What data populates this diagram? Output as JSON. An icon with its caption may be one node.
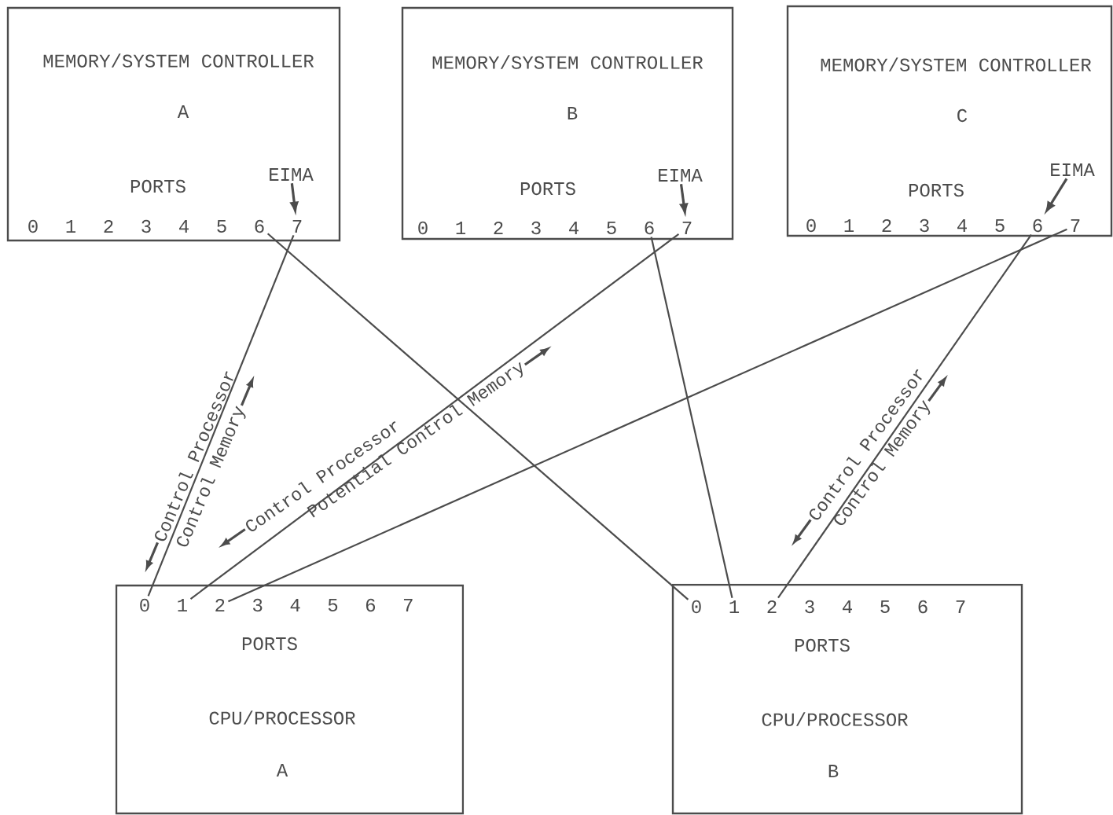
{
  "diagram": {
    "nodes": [
      {
        "text": [
          "MEMORY/SYSTEM CONTROLLER",
          "A",
          "PORTS"
        ]
      },
      {
        "text": [
          "EIMA"
        ],
        "in": 0
      },
      {
        "text": [
          "0"
        ],
        "in": 0
      },
      {
        "text": [
          "1"
        ],
        "in": 0
      },
      {
        "text": [
          "2"
        ],
        "in": 0
      },
      {
        "text": [
          "3"
        ],
        "in": 0
      },
      {
        "text": [
          "4"
        ],
        "in": 0
      },
      {
        "text": [
          "5"
        ],
        "in": 0
      },
      {
        "text": [
          "6"
        ],
        "in": 0
      },
      {
        "text": [
          "7"
        ],
        "in": 0
      },
      {
        "text": [
          "MEMORY/SYSTEM CONTROLLER",
          "B",
          "PORTS"
        ]
      },
      {
        "text": [
          "EIMA"
        ],
        "in": 10
      },
      {
        "text": [
          "0"
        ],
        "in": 10
      },
      {
        "text": [
          "1"
        ],
        "in": 10
      },
      {
        "text": [
          "2"
        ],
        "in": 10
      },
      {
        "text": [
          "3"
        ],
        "in": 10
      },
      {
        "text": [
          "4"
        ],
        "in": 10
      },
      {
        "text": [
          "5"
        ],
        "in": 10
      },
      {
        "text": [
          "6"
        ],
        "in": 10
      },
      {
        "text": [
          "7"
        ],
        "in": 10
      },
      {
        "text": [
          "MEMORY/SYSTEM CONTROLLER",
          "C",
          "PORTS"
        ]
      },
      {
        "text": [
          "EIMA"
        ],
        "in": 20
      },
      {
        "text": [
          "0"
        ],
        "in": 20
      },
      {
        "text": [
          "1"
        ],
        "in": 20
      },
      {
        "text": [
          "2"
        ],
        "in": 20
      },
      {
        "text": [
          "3"
        ],
        "in": 20
      },
      {
        "text": [
          "4"
        ],
        "in": 20
      },
      {
        "text": [
          "5"
        ],
        "in": 20
      },
      {
        "text": [
          "6"
        ],
        "in": 20
      },
      {
        "text": [
          "7"
        ],
        "in": 20
      },
      {
        "text": [
          "PORTS",
          "CPU/PROCESSOR",
          "A"
        ]
      },
      {
        "text": [
          "0"
        ],
        "in": 30
      },
      {
        "text": [
          "1"
        ],
        "in": 30
      },
      {
        "text": [
          "2"
        ],
        "in": 30
      },
      {
        "text": [
          "3"
        ],
        "in": 30
      },
      {
        "text": [
          "4"
        ],
        "in": 30
      },
      {
        "text": [
          "5"
        ],
        "in": 30
      },
      {
        "text": [
          "6"
        ],
        "in": 30
      },
      {
        "text": [
          "7"
        ],
        "in": 30
      },
      {
        "text": [
          "PORTS",
          "CPU/PROCESSOR",
          "B"
        ]
      },
      {
        "text": [
          "0"
        ],
        "in": 39
      },
      {
        "text": [
          "1"
        ],
        "in": 39
      },
      {
        "text": [
          "2"
        ],
        "in": 39
      },
      {
        "text": [
          "3"
        ],
        "in": 39
      },
      {
        "text": [
          "4"
        ],
        "in": 39
      },
      {
        "text": [
          "5"
        ],
        "in": 39
      },
      {
        "text": [
          "6"
        ],
        "in": 39
      },
      {
        "text": [
          "7"
        ],
        "in": 39
      }
    ],
    "edges": [
      {
        "from": 1,
        "to": 9,
        "arrow": "to"
      },
      {
        "from": 11,
        "to": 19,
        "arrow": "to"
      },
      {
        "from": 21,
        "to": 28,
        "arrow": "to"
      },
      {
        "from": 9,
        "to": 31,
        "arrow": "none"
      },
      {
        "from": 8,
        "to": 40,
        "arrow": "none"
      },
      {
        "from": 19,
        "to": 32,
        "arrow": "none"
      },
      {
        "from": 18,
        "to": 41,
        "arrow": "none"
      },
      {
        "from": 29,
        "to": 33,
        "arrow": "none"
      },
      {
        "from": 28,
        "to": 42,
        "arrow": "none"
      }
    ],
    "labels": [
      "Control Processor",
      "Control Memory",
      "Control Processor",
      "Potential Control Memory",
      "Control Processor",
      "Control Memory"
    ]
  }
}
